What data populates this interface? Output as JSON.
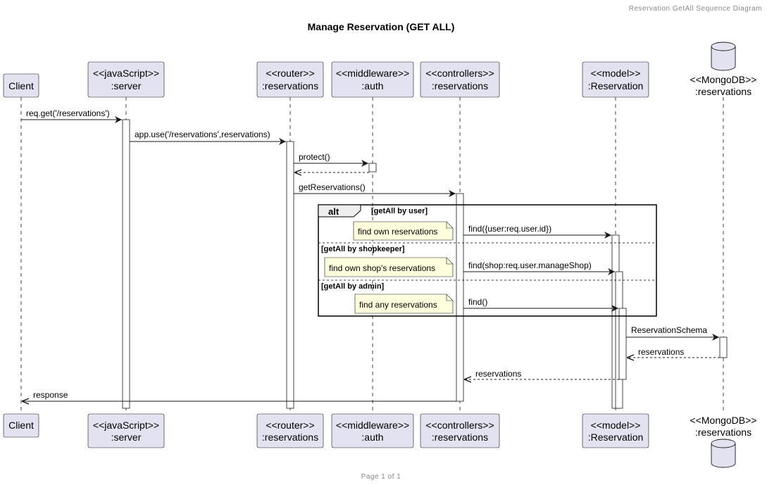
{
  "header": {
    "caption": "Reservation GetAll Sequence Diagram"
  },
  "title": "Manage Reservation (GET ALL)",
  "footer": {
    "page": "Page 1 of 1"
  },
  "colors": {
    "participant_fill": "#E2E2F0",
    "participant_border": "#181818",
    "note_fill": "#FEFFDD",
    "lifeline": "#181818",
    "header_text": "#888888"
  },
  "participants": [
    {
      "id": "client",
      "stereotype": "",
      "name": "Client",
      "shape": "box"
    },
    {
      "id": "server",
      "stereotype": "<<javaScript>>",
      "name": ":server",
      "shape": "box"
    },
    {
      "id": "router",
      "stereotype": "<<router>>",
      "name": ":reservations",
      "shape": "box"
    },
    {
      "id": "auth",
      "stereotype": "<<middleware>>",
      "name": ":auth",
      "shape": "box"
    },
    {
      "id": "controller",
      "stereotype": "<<controllers>>",
      "name": ":reservations",
      "shape": "box"
    },
    {
      "id": "model",
      "stereotype": "<<model>>",
      "name": ":Reservation",
      "shape": "box"
    },
    {
      "id": "db",
      "stereotype": "<<MongoDB>>",
      "name": ":reservations",
      "shape": "database",
      "icon": "database-icon"
    }
  ],
  "messages": [
    {
      "from": "client",
      "to": "server",
      "label": "req.get('/reservations')",
      "type": "sync"
    },
    {
      "from": "server",
      "to": "router",
      "label": "app.use('/reservations',reservations)",
      "type": "sync"
    },
    {
      "from": "router",
      "to": "auth",
      "label": "protect()",
      "type": "sync"
    },
    {
      "from": "auth",
      "to": "router",
      "label": "",
      "type": "return"
    },
    {
      "from": "router",
      "to": "controller",
      "label": "getReservations()",
      "type": "sync"
    },
    {
      "from": "controller",
      "to": "model",
      "label": "find({user:req.user.id})",
      "type": "sync"
    },
    {
      "from": "controller",
      "to": "model",
      "label": "find(shop:req.user.manageShop)",
      "type": "sync"
    },
    {
      "from": "controller",
      "to": "model",
      "label": "find()",
      "type": "sync"
    },
    {
      "from": "model",
      "to": "db",
      "label": "ReservationSchema",
      "type": "sync"
    },
    {
      "from": "db",
      "to": "model",
      "label": "reservations",
      "type": "return"
    },
    {
      "from": "model",
      "to": "controller",
      "label": "reservations",
      "type": "return"
    },
    {
      "from": "controller",
      "to": "client",
      "label": "response",
      "type": "sync"
    }
  ],
  "alt_fragment": {
    "keyword": "alt",
    "guards": [
      "[getAll by user]",
      "[getAll by shopkeeper]",
      "[getAll by admin]"
    ]
  },
  "notes": [
    "find own reservations",
    "find own shop's reservations",
    "find any reservations"
  ]
}
